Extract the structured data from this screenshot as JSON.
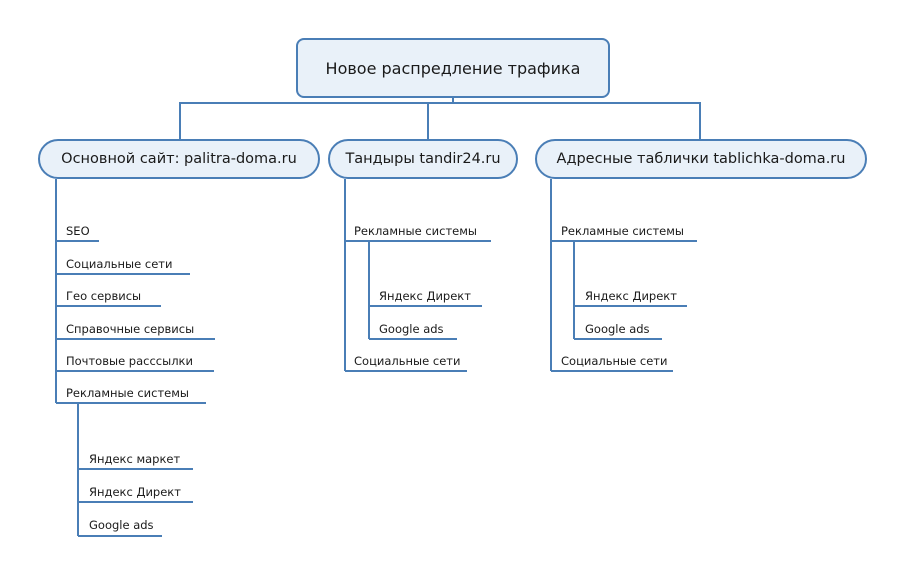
{
  "root": {
    "label": "Новое распредление трафика"
  },
  "branches": [
    {
      "label": "Основной сайт: palitra-doma.ru",
      "items": [
        {
          "label": "SEO"
        },
        {
          "label": "Социальные сети"
        },
        {
          "label": "Гео сервисы"
        },
        {
          "label": "Справочные сервисы"
        },
        {
          "label": "Почтовые расссылки"
        },
        {
          "label": "Рекламные системы",
          "children": [
            {
              "label": "Яндекс маркет"
            },
            {
              "label": "Яндекс Директ"
            },
            {
              "label": "Google ads"
            }
          ]
        }
      ]
    },
    {
      "label": "Тандыры tandir24.ru",
      "items": [
        {
          "label": "Рекламные системы",
          "children": [
            {
              "label": "Яндекс Директ"
            },
            {
              "label": "Google ads"
            }
          ]
        },
        {
          "label": "Социальные сети"
        }
      ]
    },
    {
      "label": "Адресные таблички tablichka-doma.ru",
      "items": [
        {
          "label": "Рекламные системы",
          "children": [
            {
              "label": "Яндекс Директ"
            },
            {
              "label": "Google ads"
            }
          ]
        },
        {
          "label": "Социальные сети"
        }
      ]
    }
  ]
}
